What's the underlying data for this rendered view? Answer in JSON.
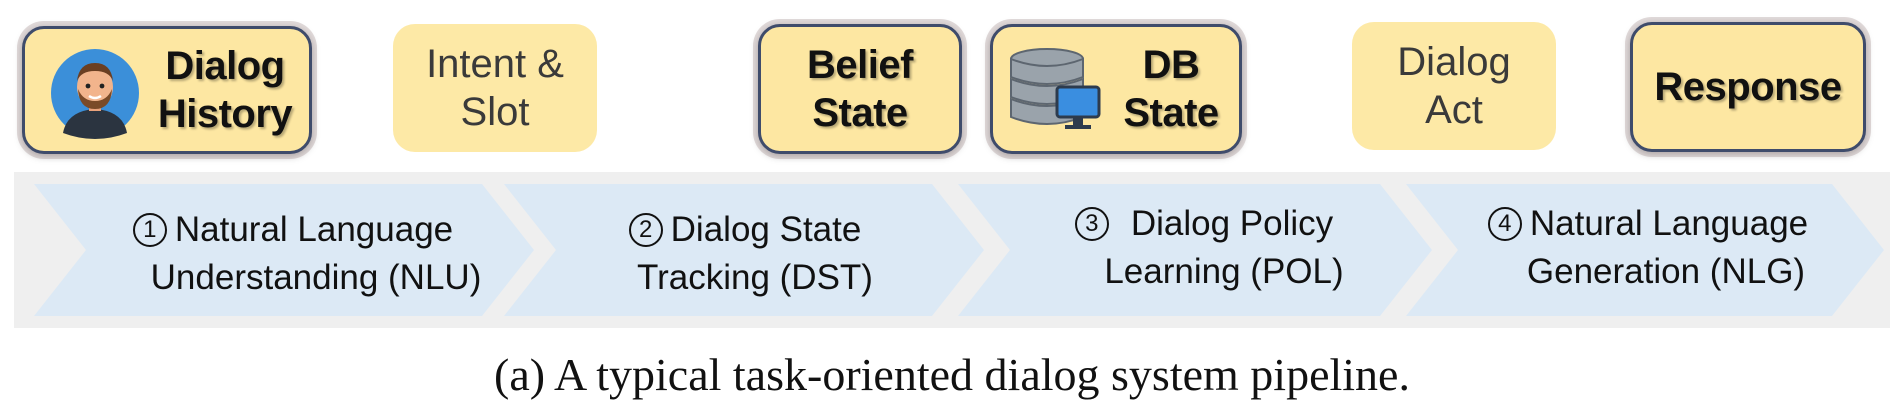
{
  "boxes": {
    "dialog_history": {
      "line1": "Dialog",
      "line2": "History",
      "icon": "user-avatar-icon"
    },
    "intent_slot": {
      "line1": "Intent &",
      "line2": "Slot"
    },
    "belief_state": {
      "line1": "Belief",
      "line2": "State"
    },
    "db_state": {
      "line1": "DB",
      "line2": "State",
      "icon": "database-icon"
    },
    "dialog_act": {
      "line1": "Dialog",
      "line2": "Act"
    },
    "response": {
      "line1": "Response"
    }
  },
  "stages": [
    {
      "num": "1",
      "line1": "Natural Language",
      "line2": "Understanding (NLU)"
    },
    {
      "num": "2",
      "line1": "Dialog State",
      "line2": "Tracking (DST)"
    },
    {
      "num": "3",
      "line1": "Dialog Policy",
      "line2": "Learning (POL)"
    },
    {
      "num": "4",
      "line1": "Natural Language",
      "line2": "Generation (NLG)"
    }
  ],
  "caption": "(a) A typical task-oriented dialog system pipeline.",
  "colors": {
    "box_fill": "#fde7a2",
    "box_border": "#3f4c6b",
    "chevron_fill": "#dce9f5",
    "band_fill": "#efefef"
  }
}
